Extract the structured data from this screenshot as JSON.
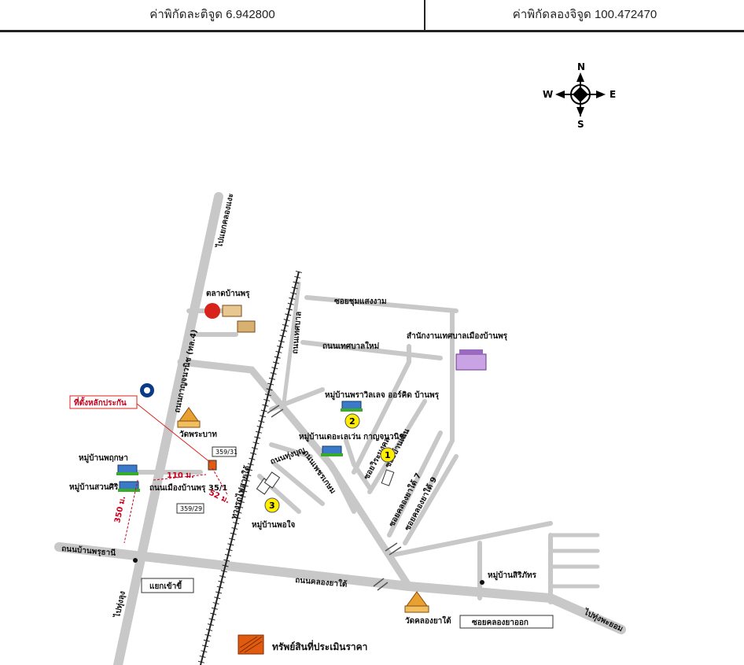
{
  "header": {
    "latitude_label": "ค่าพิกัดละติจูด 6.942800",
    "longitude_label": "ค่าพิกัดลองจิจูด 100.472470"
  },
  "compass": {
    "n": "N",
    "s": "S",
    "e": "E",
    "w": "W"
  },
  "roads": {
    "r1": "ไปแยกคลองแงะ",
    "r2": "ถนนกาญจนวนิช (ทล.4)",
    "r3": "ซอยชุมแสงงาม",
    "r4": "ถนนเทศบาลใหม่",
    "r5": "ถนนเพชรเกษม",
    "r6": "ถนนเมืองบ้านพรุ 35/1",
    "r7": "ทางรถไฟสายใต้",
    "r8": "ถนนบ้านพรุธานี",
    "r9": "ถนนคลองยาใต้",
    "r10": "ไปทุ่งลุง",
    "r11": "ไปทุ่งพะยอม",
    "r12": "ถนนเทศบาล",
    "r13": "ถนนทุ่งบุญ",
    "r14": "ซอยวิระมงคล",
    "r15": "ซอยบ้านเนิน",
    "r16": "ซอยคลองยาใต้ 7",
    "r17": "ซอยคลองยาใต้ 9"
  },
  "places": {
    "market": "ตลาดบ้านพรุ",
    "municipality": "สำนักงานเทศบาลเมืองบ้านพรุ",
    "wat_phrabat": "วัดพระบาท",
    "wat_khlongyatai": "วัดคลองยาใต้",
    "v_chuchai": "หมู่บ้านพฤกษา",
    "v_suansiri": "หมู่บ้านสวนศิริ",
    "v_pravarisa": "หมู่บ้านพราวิลเลจ ออร์คิด บ้านพรุ",
    "v_lake": "หมู่บ้านเดอะเลเว่น กาญจนวนิช",
    "v_phochai": "หมู่บ้านพอใจ",
    "v_sirichat": "หมู่บ้านสิริภัทร"
  },
  "boxes": {
    "junction": "แยกเข้าขี้",
    "soi_khlong": "ซอยคลองยาออก",
    "addr1": "359/31",
    "addr2": "359/29"
  },
  "measures": {
    "m110": "110 ม.",
    "m52": "52 ม.",
    "m350": "350 ม."
  },
  "markers": {
    "m1": "1",
    "m2": "2",
    "m3": "3"
  },
  "callout": "ที่ตั้งหลักประกัน",
  "legend": {
    "label": "ทรัพย์สินที่ประเมินราคา"
  },
  "colors": {
    "road": "#c8c8c8",
    "marker": "#ffee00",
    "accent": "#d8231c",
    "legend": "#e05a10"
  }
}
